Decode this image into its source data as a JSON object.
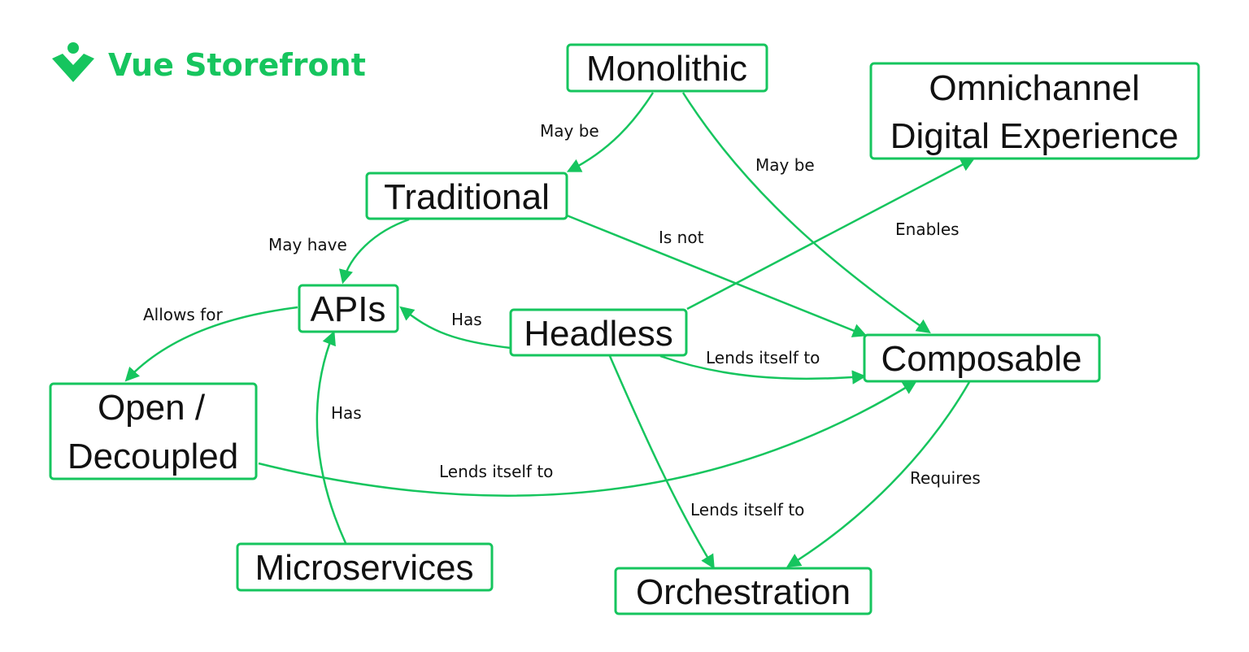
{
  "colors": {
    "accent": "#16c55e",
    "text": "#111111",
    "background": "#ffffff"
  },
  "logo": {
    "text": "Vue Storefront",
    "icon": "vue-storefront-logo-icon"
  },
  "nodes": {
    "monolithic": "Monolithic",
    "omnichannel": [
      "Omnichannel",
      "Digital Experience"
    ],
    "traditional": "Traditional",
    "apis": "APIs",
    "headless": "Headless",
    "composable": "Composable",
    "open_decoupled": [
      "Open /",
      "Decoupled"
    ],
    "microservices": "Microservices",
    "orchestration": "Orchestration"
  },
  "edges": [
    {
      "from": "Monolithic",
      "to": "Traditional",
      "label": "May be"
    },
    {
      "from": "Monolithic",
      "to": "Composable",
      "label": "May be"
    },
    {
      "from": "Traditional",
      "to": "APIs",
      "label": "May have"
    },
    {
      "from": "Traditional",
      "to": "Composable",
      "label": "Is not"
    },
    {
      "from": "Headless",
      "to": "Omnichannel Digital Experience",
      "label": "Enables"
    },
    {
      "from": "APIs",
      "to": "Open / Decoupled",
      "label": "Allows for"
    },
    {
      "from": "Headless",
      "to": "APIs",
      "label": "Has"
    },
    {
      "from": "Headless",
      "to": "Composable",
      "label": "Lends itself to"
    },
    {
      "from": "Microservices",
      "to": "APIs",
      "label": "Has"
    },
    {
      "from": "Open / Decoupled",
      "to": "Composable",
      "label": "Lends itself to"
    },
    {
      "from": "Headless",
      "to": "Orchestration",
      "label": "Lends itself to"
    },
    {
      "from": "Composable",
      "to": "Orchestration",
      "label": "Requires"
    }
  ]
}
